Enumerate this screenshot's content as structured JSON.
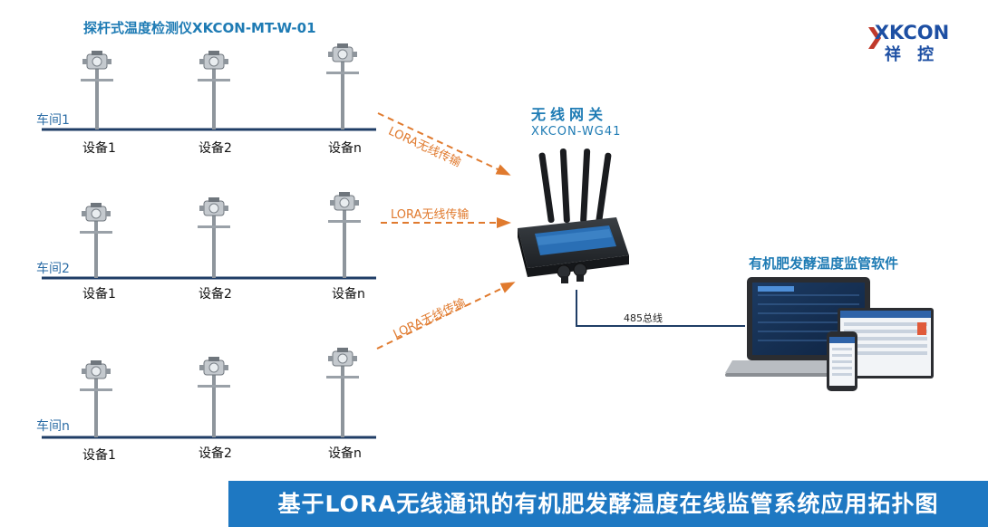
{
  "probe_title": "探杆式温度检测仪XKCON-MT-W-01",
  "logo": {
    "en": "XKCON",
    "cn": "祥 控"
  },
  "workshops": [
    {
      "label": "车间1",
      "devices": [
        "设备1",
        "设备2",
        "设备n"
      ]
    },
    {
      "label": "车间2",
      "devices": [
        "设备1",
        "设备2",
        "设备n"
      ]
    },
    {
      "label": "车间n",
      "devices": [
        "设备1",
        "设备2",
        "设备n"
      ]
    }
  ],
  "links": [
    "LORA无线传输",
    "LORA无线传输",
    "LORA无线传输"
  ],
  "gateway": {
    "title": "无线网关",
    "model": "XKCON-WG41"
  },
  "bus_label": "485总线",
  "software_title": "有机肥发酵温度监管软件",
  "footer_title": "基于LORA无线通讯的有机肥发酵温度在线监管系统应用拓扑图",
  "colors": {
    "accent": "#1e7bb4",
    "arrow": "#e07a2e",
    "footer": "#1e78c2",
    "line": "#1f3d66"
  }
}
